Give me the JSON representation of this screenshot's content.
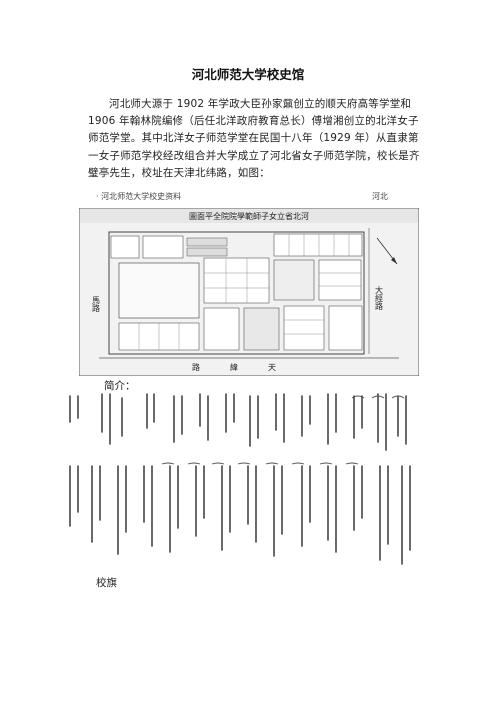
{
  "document": {
    "title": "河北师范大学校史馆",
    "paragraph": "河北师大源于 1902 年学政大臣孙家鼐创立的顺天府高等学堂和 1906 年翰林院编修（后任北洋政府教育总长）傅增湘创立的北洋女子师范学堂。其中北洋女子师范学堂在民国十八年（1929 年）从直隶第一女子师范学校经改组合并大学成立了河北省女子师范学院，校长是齐璧亭先生，校址在天津北纬路，如图：",
    "map_caption_left": "· 河北师范大学校史资料",
    "map_caption_right": "河北",
    "map_header": "圖面平全院院學範師子女立省北河",
    "map_road_left": "馬路",
    "map_road_right": "大經路",
    "map_road_bottom": "路緯天",
    "intro_label": "简介：",
    "flag_label": "校旗"
  }
}
